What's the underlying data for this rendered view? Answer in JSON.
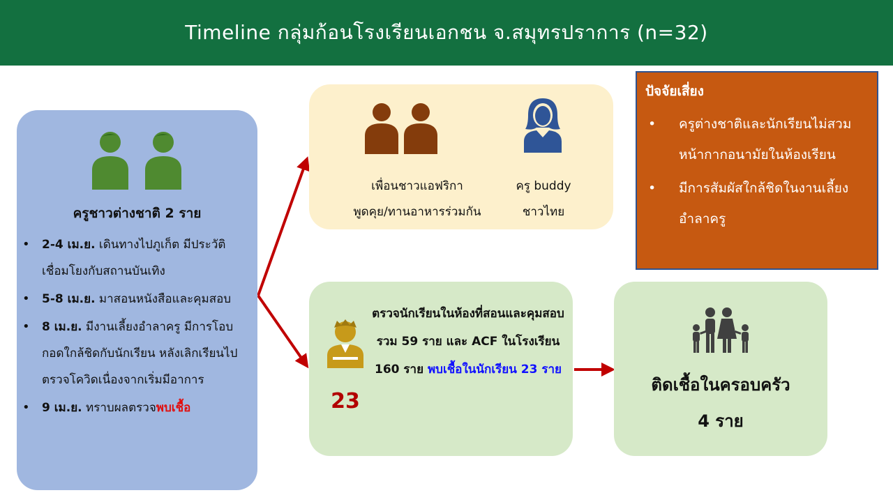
{
  "header": {
    "title": "Timeline กลุ่มก้อนโรงเรียนเอกชน จ.สมุทรปราการ (n=32)"
  },
  "left_panel": {
    "title": "ครูชาวต่างชาติ 2 ราย",
    "items": [
      {
        "date": "2-4 เม.ย.",
        "text": " เดินทางไปภูเก็ต มีประวัติเชื่อมโยงกับสถานบันเทิง",
        "highlight": ""
      },
      {
        "date": "5-8 เม.ย.",
        "text": " มาสอนหนังสือและคุมสอบ",
        "highlight": ""
      },
      {
        "date": "8 เม.ย.",
        "text": " มีงานเลี้ยงอำลาครู มีการโอบกอดใกล้ชิดกับนักเรียน หลังเลิกเรียนไปตรวจโควิดเนื่องจากเริ่มมีอาการ",
        "highlight": ""
      },
      {
        "date": "9 เม.ย.",
        "text": " ทราบผลตรวจ",
        "highlight": "พบเชื้อ"
      }
    ],
    "icons": [
      "man-icon",
      "man-icon"
    ]
  },
  "top_panel": {
    "friends_line1": "เพื่อนชาวแอฟริกา",
    "friends_line2": "พูดคุย/ทานอาหารร่วมกัน",
    "teacher_line1": "ครู buddy",
    "teacher_line2": "ชาวไทย",
    "icons": [
      "man-icon",
      "man-icon",
      "woman-icon"
    ]
  },
  "risk_box": {
    "title": "ปัจจัยเสี่ยง",
    "items": [
      "ครูต่างชาติและนักเรียนไม่สวมหน้ากากอนามัยในห้องเรียน",
      "มีการสัมผัสใกล้ชิดในงานเลี้ยงอำลาครู"
    ]
  },
  "mid_panel": {
    "count": "23",
    "text_plain": "ตรวจนักเรียนในห้องที่สอนและคุมสอบรวม 59 ราย และ ACF ในโรงเรียน 160 ราย ",
    "text_blue": "พบเชื้อในนักเรียน 23 ราย",
    "icon": "student-icon"
  },
  "right_panel": {
    "line1": "ติดเชื้อในครอบครัว",
    "line2": "4 ราย",
    "icon": "family-icon"
  },
  "colors": {
    "header_bg": "#137040",
    "left_bg": "#a0b7e0",
    "top_bg": "#fdf0cc",
    "risk_bg": "#c65911",
    "green_bg": "#d6e9c8",
    "arrow": "#c00000",
    "highlight_red": "#e01010",
    "highlight_blue": "#1010ff"
  }
}
